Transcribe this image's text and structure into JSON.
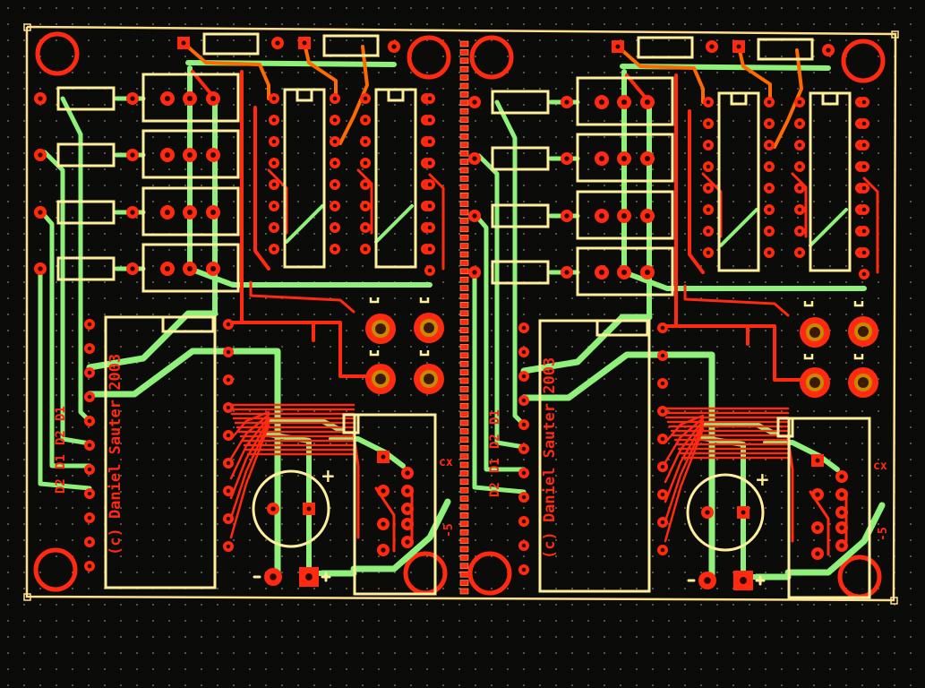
{
  "photo": {
    "subject": "Photograph of a monitor showing a PCB layout editor with a two-up printed circuit board panel"
  },
  "colors": {
    "background": "#0b0b0a",
    "grid_dot": "#6a6a60",
    "bottom_copper": "#ff2a10",
    "top_copper": "#8ff07a",
    "silkscreen": "#ffef9a",
    "board_outline": "#ffe08a",
    "pad_drill": "#ffd23a",
    "via_ring": "#ff6a00"
  },
  "boards": [
    {
      "label": "board-left",
      "silk_text": "(c) Daniel Sauter 2003",
      "pin_labels": [
        "D1",
        "D2",
        "D1",
        "D2"
      ],
      "cap_plus": "+",
      "conn_labels": [
        "cx",
        "-5"
      ]
    },
    {
      "label": "board-right",
      "silk_text": "(c) Daniel Sauter 2003",
      "pin_labels": [
        "D1",
        "D2",
        "D1",
        "D2"
      ],
      "cap_plus": "+",
      "conn_labels": [
        "cx",
        "-5"
      ]
    }
  ]
}
